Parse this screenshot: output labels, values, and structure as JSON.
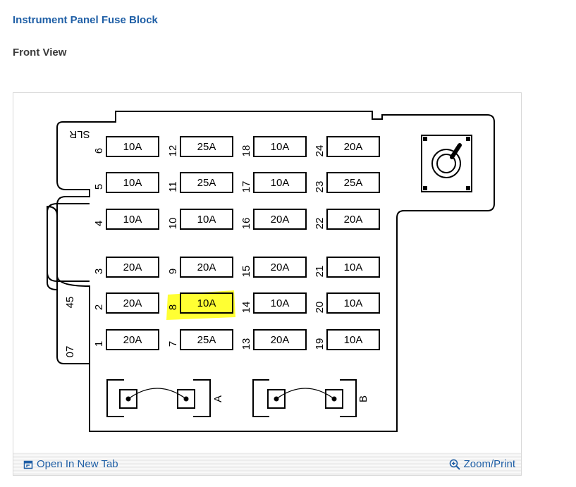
{
  "page": {
    "title": "Instrument Panel Fuse Block",
    "subtitle": "Front View"
  },
  "diagram": {
    "block_label": "SLR",
    "side_labels": [
      "45",
      "07"
    ],
    "connectors": [
      "A",
      "B"
    ],
    "highlighted_position": "8",
    "highlight_color": "#ffff33",
    "fuses": [
      {
        "pos": "1",
        "rating": "20A"
      },
      {
        "pos": "2",
        "rating": "20A"
      },
      {
        "pos": "3",
        "rating": "20A"
      },
      {
        "pos": "4",
        "rating": "10A"
      },
      {
        "pos": "5",
        "rating": "10A"
      },
      {
        "pos": "6",
        "rating": "10A"
      },
      {
        "pos": "7",
        "rating": "25A"
      },
      {
        "pos": "8",
        "rating": "10A"
      },
      {
        "pos": "9",
        "rating": "20A"
      },
      {
        "pos": "10",
        "rating": "10A"
      },
      {
        "pos": "11",
        "rating": "25A"
      },
      {
        "pos": "12",
        "rating": "25A"
      },
      {
        "pos": "13",
        "rating": "20A"
      },
      {
        "pos": "14",
        "rating": "10A"
      },
      {
        "pos": "15",
        "rating": "20A"
      },
      {
        "pos": "16",
        "rating": "20A"
      },
      {
        "pos": "17",
        "rating": "10A"
      },
      {
        "pos": "18",
        "rating": "10A"
      },
      {
        "pos": "19",
        "rating": "10A"
      },
      {
        "pos": "20",
        "rating": "10A"
      },
      {
        "pos": "21",
        "rating": "10A"
      },
      {
        "pos": "22",
        "rating": "20A"
      },
      {
        "pos": "23",
        "rating": "25A"
      },
      {
        "pos": "24",
        "rating": "20A"
      }
    ]
  },
  "footer": {
    "open_tab_label": "Open In New Tab",
    "zoom_label": "Zoom/Print",
    "open_tab_icon": "external-tab-icon",
    "zoom_icon": "magnifier-plus-icon"
  }
}
